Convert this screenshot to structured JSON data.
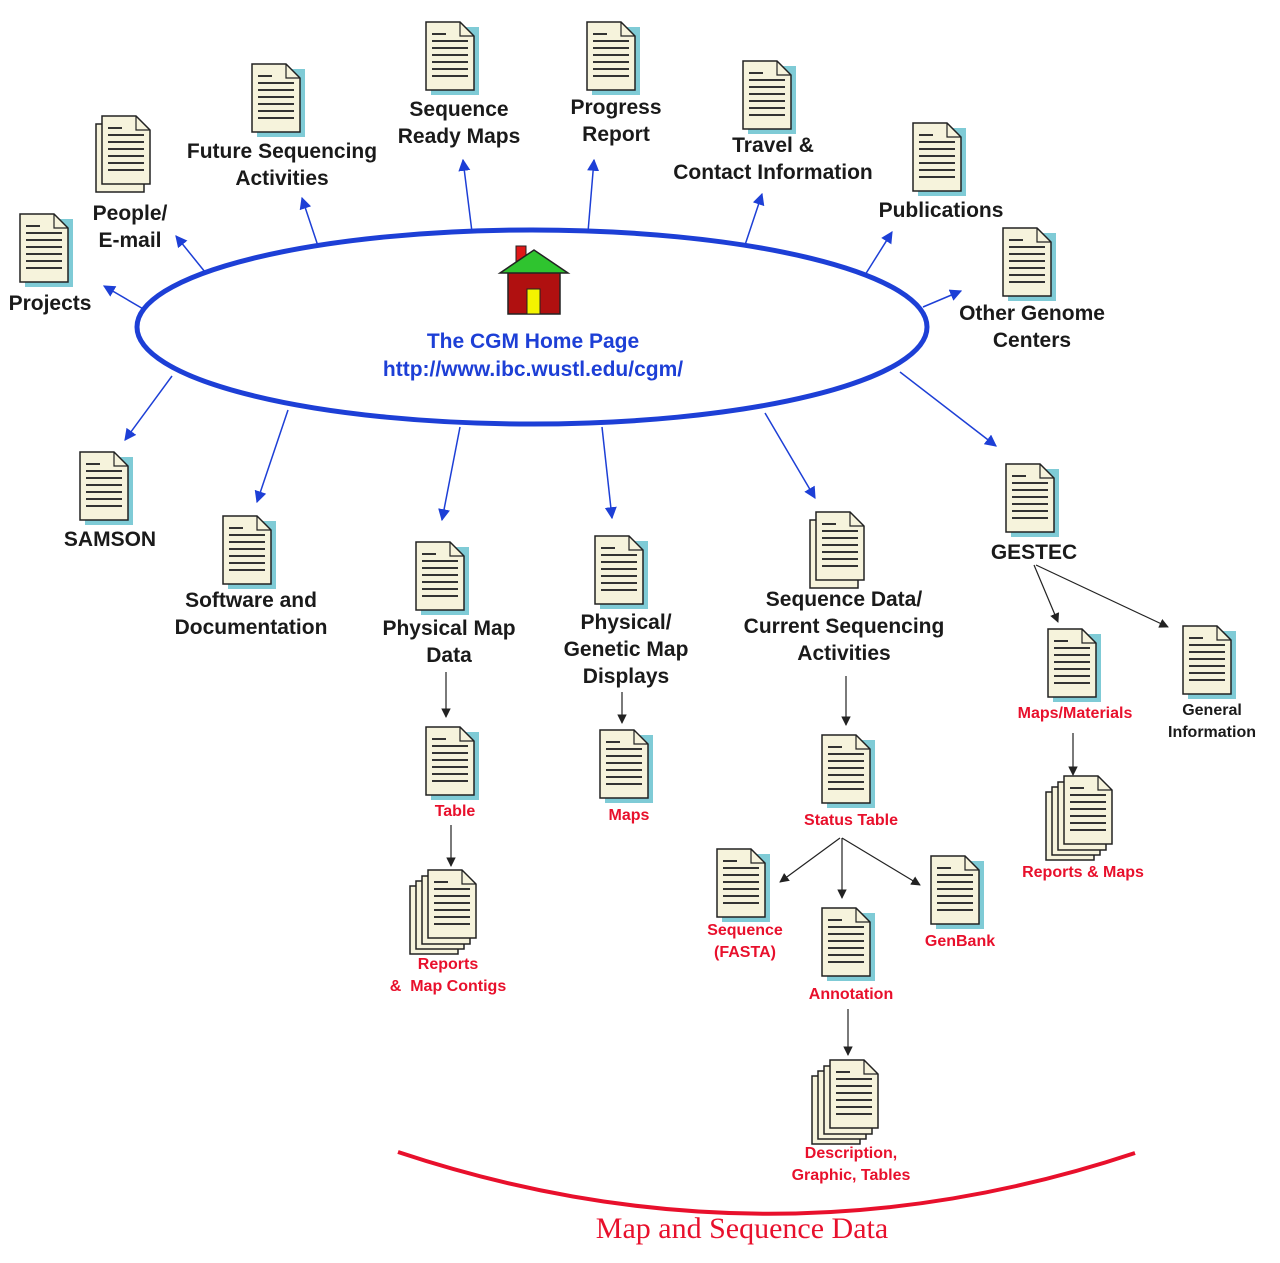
{
  "hub": {
    "title": "The CGM Home Page",
    "url": "http://www.ibc.wustl.edu/cgm/",
    "icon": "home-icon",
    "ellipse_color": "#1d3fd6"
  },
  "colors": {
    "primary_link": "#1d3fd6",
    "data_label": "#e8102c",
    "text": "#1a1a1a",
    "doc_fill": "#f6f3dc",
    "doc_shadow": "#7fcbd6",
    "house_wall": "#b01010",
    "house_roof": "#2fc42f",
    "house_door": "#f4f400"
  },
  "nodes": {
    "projects": {
      "label": "Projects",
      "icon": "document-icon"
    },
    "people": {
      "label": "People/\nE-mail",
      "icon": "documents-icon"
    },
    "future_seq": {
      "label": "Future Sequencing\nActivities",
      "icon": "document-icon"
    },
    "srm": {
      "label": "Sequence\nReady Maps",
      "icon": "document-icon"
    },
    "progress": {
      "label": "Progress\nReport",
      "icon": "document-icon"
    },
    "travel": {
      "label": "Travel &\nContact Information",
      "icon": "document-icon"
    },
    "publications": {
      "label": "Publications",
      "icon": "document-icon"
    },
    "other_genome": {
      "label": "Other Genome\nCenters",
      "icon": "document-icon"
    },
    "samson": {
      "label": "SAMSON",
      "icon": "document-icon"
    },
    "software": {
      "label": "Software and\nDocumentation",
      "icon": "document-icon"
    },
    "physical_map": {
      "label": "Physical Map\nData",
      "icon": "document-icon"
    },
    "phys_gen": {
      "label": "Physical/\nGenetic Map\nDisplays",
      "icon": "document-icon"
    },
    "seq_data": {
      "label": "Sequence Data/\nCurrent Sequencing\nActivities",
      "icon": "documents-icon"
    },
    "gestec": {
      "label": "GESTEC",
      "icon": "document-icon"
    },
    "table": {
      "label": "Table",
      "icon": "document-icon"
    },
    "reports_contigs": {
      "label": "Reports\n&  Map Contigs",
      "icon": "document-stack-icon"
    },
    "maps": {
      "label": "Maps",
      "icon": "document-icon"
    },
    "status_table": {
      "label": "Status Table",
      "icon": "document-icon"
    },
    "fasta": {
      "label": "Sequence\n(FASTA)",
      "icon": "document-icon"
    },
    "annotation": {
      "label": "Annotation",
      "icon": "document-icon"
    },
    "genbank": {
      "label": "GenBank",
      "icon": "document-icon"
    },
    "description": {
      "label": "Description,\nGraphic, Tables",
      "icon": "document-stack-icon"
    },
    "maps_materials": {
      "label": "Maps/Materials",
      "icon": "document-icon"
    },
    "general_info": {
      "label": "General\nInformation",
      "icon": "document-icon"
    },
    "reports_maps": {
      "label": "Reports & Maps",
      "icon": "document-stack-icon"
    }
  },
  "footer": {
    "label": "Map and Sequence Data"
  }
}
